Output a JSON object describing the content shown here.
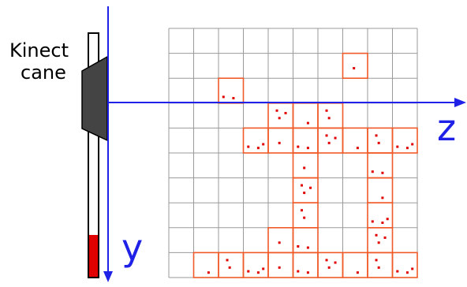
{
  "labels": {
    "kinect_line1": "Kinect",
    "kinect_line2": "cane",
    "axis_z": "z",
    "axis_y": "y"
  },
  "colors": {
    "axis": "#1f22e6",
    "grid": "#9a9a9a",
    "occupied_cell": "#f05a28",
    "point": "#e00000",
    "cane_tip": "#e00000",
    "sensor": "#444444"
  },
  "grid": {
    "rows": 10,
    "cols": 10,
    "occupied_cells": [
      [
        1,
        7
      ],
      [
        2,
        2
      ],
      [
        3,
        4
      ],
      [
        3,
        5
      ],
      [
        3,
        6
      ],
      [
        4,
        3
      ],
      [
        4,
        4
      ],
      [
        4,
        5
      ],
      [
        4,
        6
      ],
      [
        4,
        7
      ],
      [
        4,
        8
      ],
      [
        4,
        9
      ],
      [
        5,
        5
      ],
      [
        5,
        8
      ],
      [
        6,
        5
      ],
      [
        6,
        8
      ],
      [
        7,
        5
      ],
      [
        7,
        8
      ],
      [
        8,
        4
      ],
      [
        8,
        5
      ],
      [
        8,
        8
      ],
      [
        9,
        1
      ],
      [
        9,
        2
      ],
      [
        9,
        3
      ],
      [
        9,
        4
      ],
      [
        9,
        5
      ],
      [
        9,
        6
      ],
      [
        9,
        7
      ],
      [
        9,
        8
      ],
      [
        9,
        9
      ]
    ]
  }
}
